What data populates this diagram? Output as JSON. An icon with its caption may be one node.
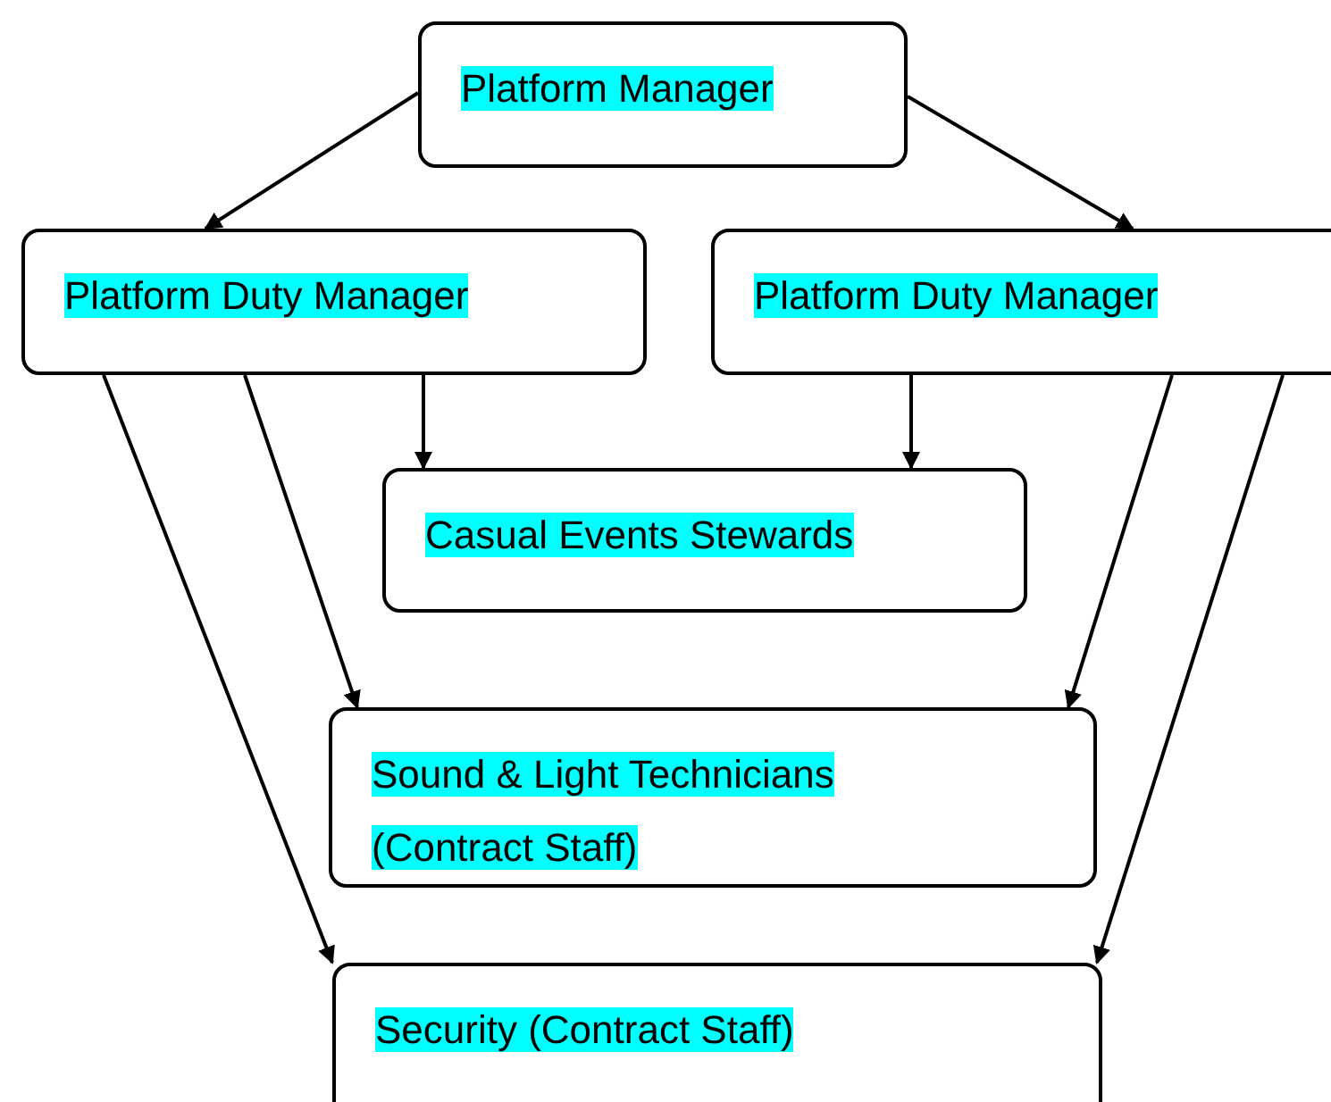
{
  "diagram": {
    "nodes": [
      {
        "text": [
          "Platform Manager"
        ]
      },
      {
        "text": [
          "Platform Duty Manager"
        ]
      },
      {
        "text": [
          "Platform Duty Manager"
        ]
      },
      {
        "text": [
          "Casual Events Stewards"
        ]
      },
      {
        "text": [
          "Sound & Light Technicians (Contract Staff)"
        ]
      },
      {
        "text": [
          "Security (Contract Staff)"
        ]
      }
    ],
    "edges": [
      {
        "from": 0,
        "to": 1,
        "arrow": "to"
      },
      {
        "from": 0,
        "to": 2,
        "arrow": "to"
      },
      {
        "from": 1,
        "to": 3,
        "arrow": "to"
      },
      {
        "from": 2,
        "to": 3,
        "arrow": "to"
      },
      {
        "from": 1,
        "to": 4,
        "arrow": "to"
      },
      {
        "from": 2,
        "to": 4,
        "arrow": "to"
      },
      {
        "from": 1,
        "to": 5,
        "arrow": "to"
      },
      {
        "from": 2,
        "to": 5,
        "arrow": "to"
      }
    ]
  }
}
